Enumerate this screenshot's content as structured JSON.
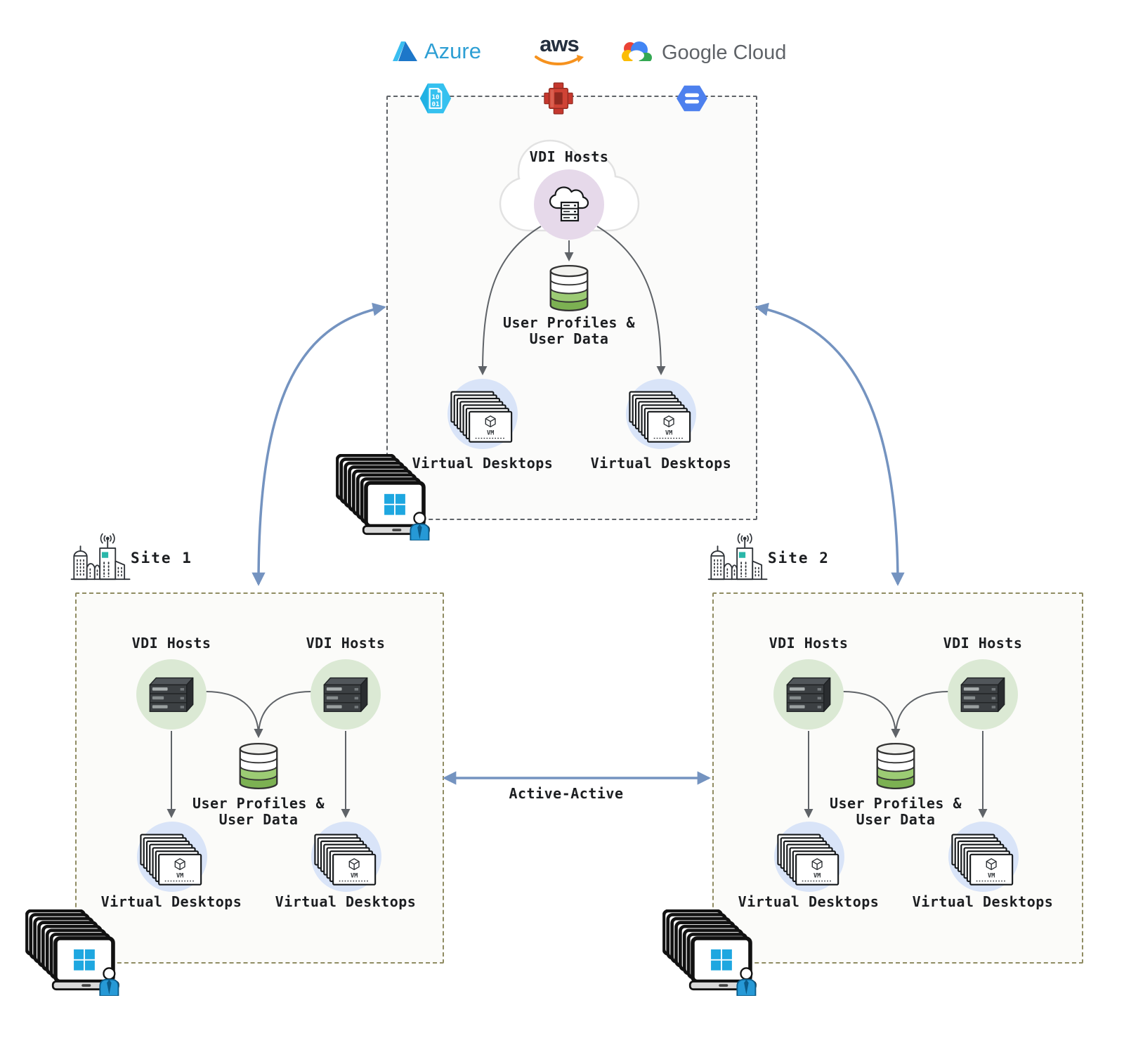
{
  "logos": {
    "azure": "Azure",
    "aws": "aws",
    "google": "Google Cloud"
  },
  "cloud_region": {
    "vdi_hosts": "VDI Hosts",
    "storage_line1": "User Profiles &",
    "storage_line2": "User Data",
    "vd_left": "Virtual Desktops",
    "vd_right": "Virtual Desktops"
  },
  "site1": {
    "title": "Site 1",
    "vdi_left": "VDI Hosts",
    "vdi_right": "VDI Hosts",
    "storage_line1": "User Profiles &",
    "storage_line2": "User Data",
    "vd_left": "Virtual Desktops",
    "vd_right": "Virtual Desktops"
  },
  "site2": {
    "title": "Site 2",
    "vdi_left": "VDI Hosts",
    "vdi_right": "VDI Hosts",
    "storage_line1": "User Profiles &",
    "storage_line2": "User Data",
    "vd_left": "Virtual Desktops",
    "vd_right": "Virtual Desktops"
  },
  "links": {
    "active_active": "Active-Active"
  },
  "icons": {
    "vm_badge": "VM",
    "azure_hex_line1": "10",
    "azure_hex_line2": "01"
  },
  "colors": {
    "cloud_box_border": "#5f6368",
    "site_box_border": "#908c63",
    "box_fill": "#fbfbfa",
    "arrow_gray": "#5f6368",
    "arrow_blue": "#7493c0",
    "circle_purple": "#e6d9ea",
    "circle_green": "#dbe9d4",
    "circle_blue": "#d9e4f8",
    "db_green_light": "#9ccb74",
    "db_green_dark": "#7cb152",
    "azure_blue": "#2e9fd4",
    "aws_dark": "#242f3e",
    "aws_orange": "#f6921e",
    "google_gray": "#5f6368",
    "windows_blue": "#1ea7e0",
    "teal_accent": "#2ab7a9",
    "aws_icon_red": "#c5382e",
    "azure_hex_cyan": "#35c1ef",
    "gcp_hex_blue": "#4d80ee"
  }
}
